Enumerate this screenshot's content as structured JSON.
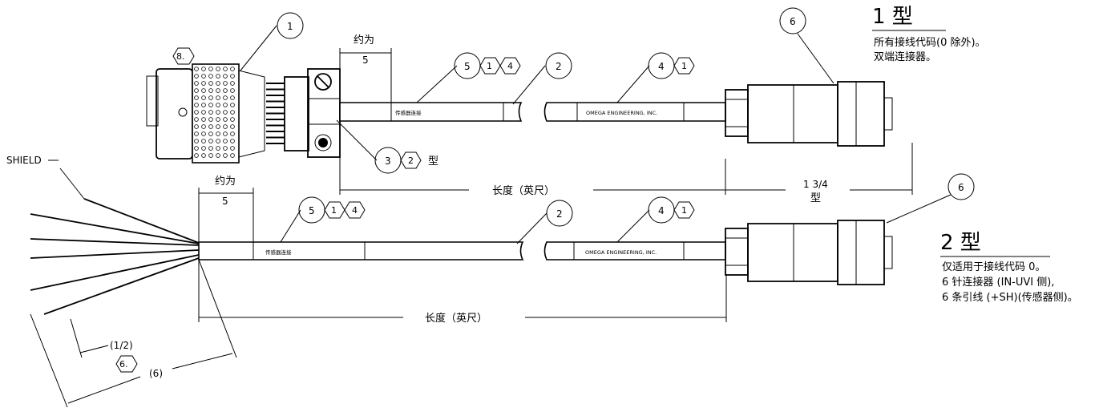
{
  "type1": {
    "title": "1 型",
    "note_line1": "所有接线代码(0 除外)。",
    "note_line2": "双端连接器。"
  },
  "type2": {
    "title": "2 型",
    "note_line1": "仅适用于接线代码 0。",
    "note_line2": "6 针连接器 (IN-UVI 侧),",
    "note_line3": "6 条引线 (+SH)(传感器侧)。"
  },
  "callouts": {
    "c1": "1",
    "c2": "2",
    "c3": "3",
    "c4": "4",
    "c5": "5",
    "c6": "6",
    "h1": "1",
    "h2": "2",
    "h4": "4",
    "h6": "6.",
    "h8": "8."
  },
  "labels": {
    "approx": "约为",
    "five": "5",
    "type_suffix": "型",
    "length_ft": "长度（英尺）",
    "one_three_quarter": "1 3/4",
    "shield": "SHIELD",
    "half": "(1/2)",
    "six": "(6)",
    "sensor_connector": "传感器连接",
    "omega": "OMEGA ENGINEERING, INC."
  }
}
